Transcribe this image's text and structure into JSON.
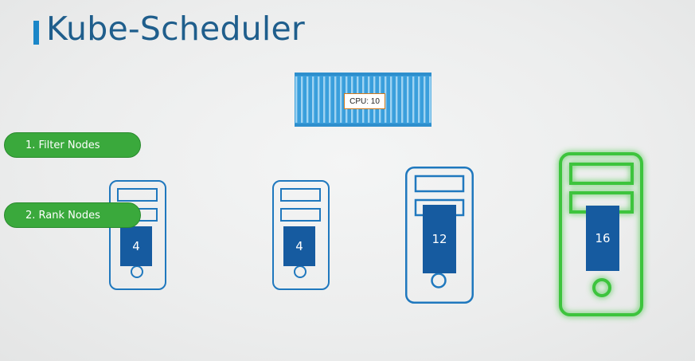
{
  "title": "Kube-Scheduler",
  "pod": {
    "cpu_label": "CPU: 10"
  },
  "steps": [
    {
      "label": "1. Filter Nodes"
    },
    {
      "label": "2. Rank Nodes"
    }
  ],
  "nodes": [
    {
      "capacity": "4",
      "highlighted": false
    },
    {
      "capacity": "4",
      "highlighted": false
    },
    {
      "capacity": "12",
      "highlighted": false
    },
    {
      "capacity": "16",
      "highlighted": true
    }
  ],
  "colors": {
    "node_outline": "#1f78be",
    "highlight_outline": "#3ec43e",
    "capacity_fill": "#165ba0",
    "pill_fill": "#3aa93c",
    "pod_fill": "#3a9fdc",
    "cpu_border": "#d27a1e",
    "title_text": "#1f5e8c",
    "title_accent": "#1a86c8"
  }
}
